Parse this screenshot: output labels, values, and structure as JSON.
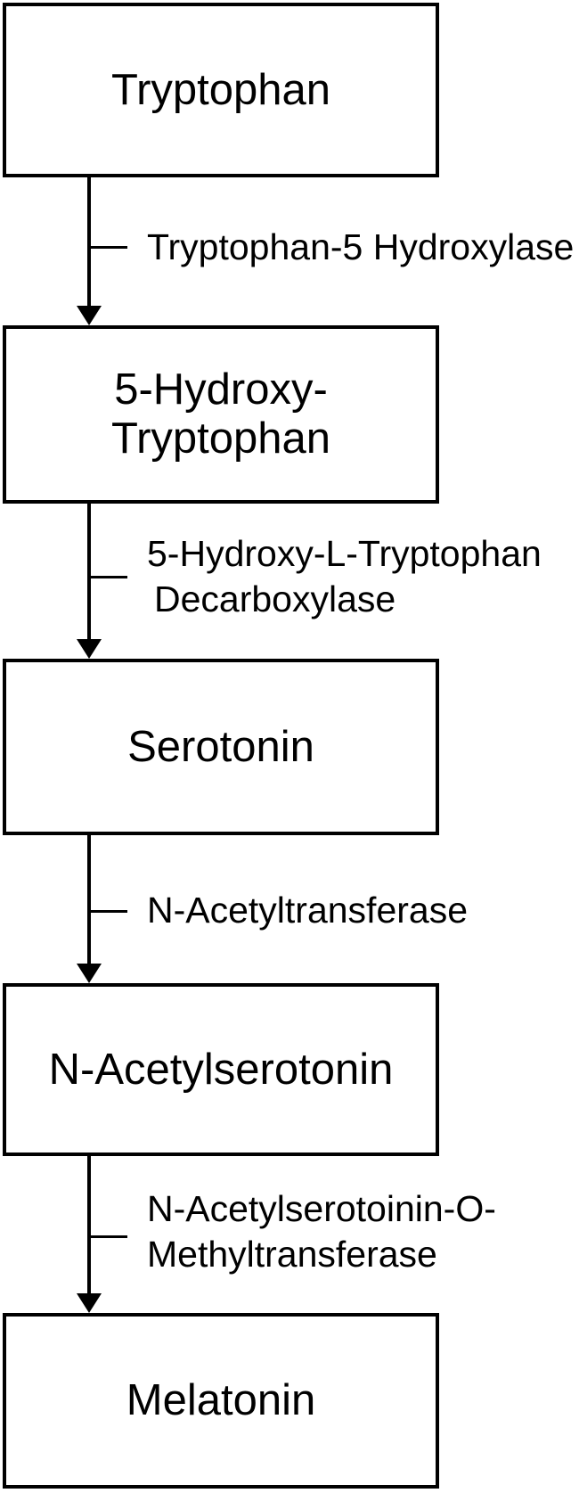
{
  "colors": {
    "background": "#ffffff",
    "line": "#000000",
    "text": "#000000"
  },
  "pathway": {
    "nodes": [
      {
        "id": "tryptophan",
        "lines": [
          "Tryptophan"
        ]
      },
      {
        "id": "5-hydroxy-tryptophan",
        "lines": [
          "5-Hydroxy-",
          "Tryptophan"
        ]
      },
      {
        "id": "serotonin",
        "lines": [
          "Serotonin"
        ]
      },
      {
        "id": "n-acetylserotonin",
        "lines": [
          "N-Acetylserotonin"
        ]
      },
      {
        "id": "melatonin",
        "lines": [
          "Melatonin"
        ]
      }
    ],
    "edges": [
      {
        "from": "Tryptophan",
        "to": "5-Hydroxy-Tryptophan",
        "enzyme_lines": [
          "Tryptophan-5 Hydroxylase"
        ]
      },
      {
        "from": "5-Hydroxy-Tryptophan",
        "to": "Serotonin",
        "enzyme_lines": [
          "5-Hydroxy-L-Tryptophan",
          "Decarboxylase"
        ]
      },
      {
        "from": "Serotonin",
        "to": "N-Acetylserotonin",
        "enzyme_lines": [
          "N-Acetyltransferase"
        ]
      },
      {
        "from": "N-Acetylserotonin",
        "to": "Melatonin",
        "enzyme_lines": [
          "N-Acetylserotoinin-O-",
          "Methyltransferase"
        ]
      }
    ]
  }
}
